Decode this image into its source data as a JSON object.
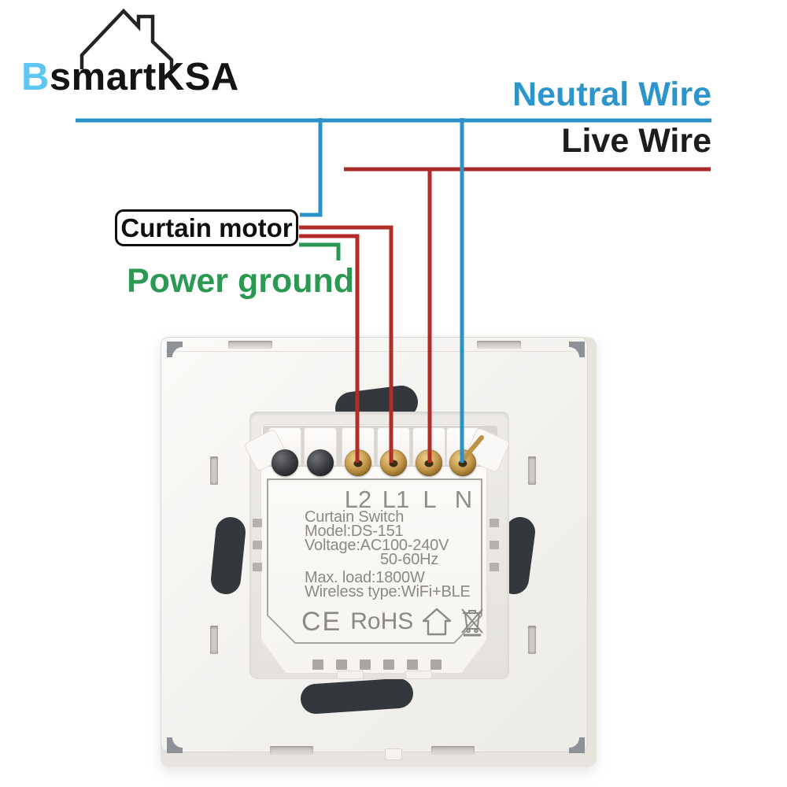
{
  "brand": {
    "logo_accent_letter": "B",
    "logo_rest": "smartKSA",
    "logo_icon": "house-outline-icon",
    "logo_accent_color": "#5ec6f2"
  },
  "diagram": {
    "neutral_label": "Neutral Wire",
    "live_label": "Live Wire",
    "motor_label": "Curtain motor",
    "ground_label": "Power ground"
  },
  "device": {
    "terminal_labels": [
      "L2",
      "L1",
      "L",
      "N"
    ],
    "info_lines": [
      "Curtain Switch",
      "Model:DS-151",
      "Voltage:AC100-240V",
      "50-60Hz",
      "Max. load:1800W",
      "Wireless type:WiFi+BLE"
    ],
    "ce_mark": "CE",
    "rohs_mark": "RoHS",
    "symbol_icons": [
      "indoor-use-house-icon",
      "weee-crossed-out-bin-icon"
    ]
  },
  "colors": {
    "neutral_blue": "#2b93c9",
    "live_red": "#a82a28",
    "motor_wire_red": "#b22d28",
    "ground_green": "#2a9a53",
    "print_gray": "#8b8986",
    "label_black": "#1d1d1d",
    "plate_white": "#f3f1ee",
    "cutout_dark": "#34373c",
    "brass": "#c79b4e"
  }
}
